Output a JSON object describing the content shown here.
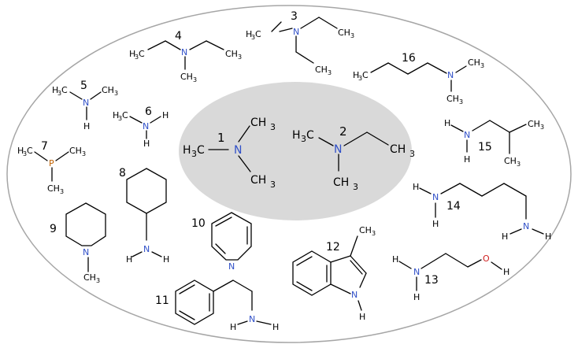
{
  "colors": {
    "nitrogen": "#3050c8",
    "phosphorus": "#c06000",
    "oxygen": "#d02020",
    "carbon": "#000000",
    "inner_fill": "#d9d9d9",
    "outer_stroke": "#a6a6a6"
  },
  "labels": {
    "N": "N",
    "P": "P",
    "O": "O",
    "H": "H",
    "CH": "CH",
    "C": "C",
    "H3": "H",
    "sub3": "3"
  },
  "molecules": {
    "m1": "1",
    "m2": "2",
    "m3": "3",
    "m4": "4",
    "m5": "5",
    "m6": "6",
    "m7": "7",
    "m8": "8",
    "m9": "9",
    "m10": "10",
    "m11": "11",
    "m12": "12",
    "m13": "13",
    "m14": "14",
    "m15": "15",
    "m16": "16"
  }
}
